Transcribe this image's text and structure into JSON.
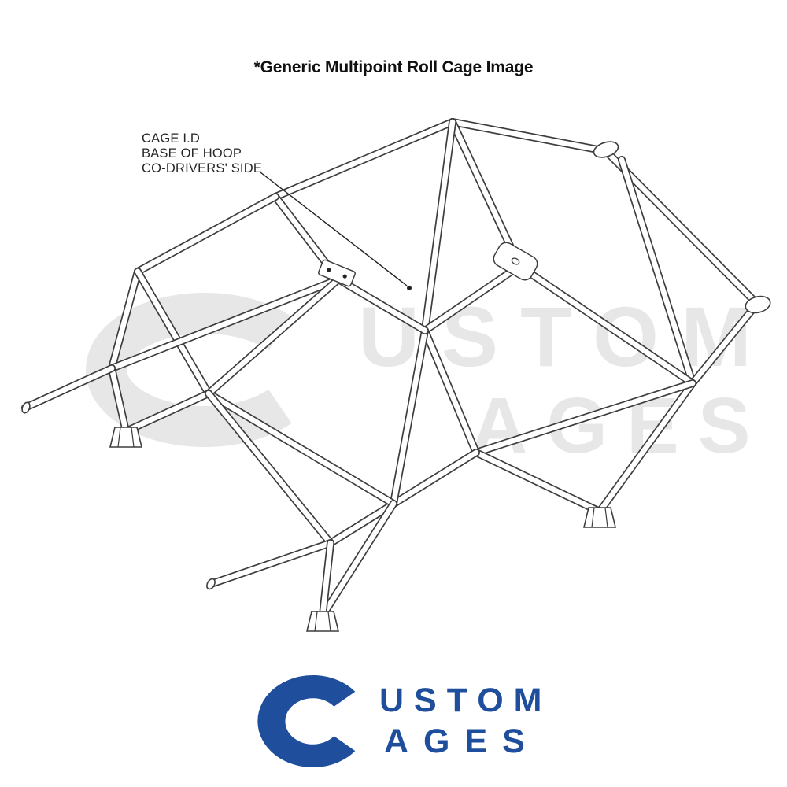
{
  "caption": "*Generic Multipoint Roll Cage Image",
  "annotation": {
    "lines": [
      "CAGE I.D",
      "BASE OF HOOP",
      "CO-DRIVERS' SIDE"
    ]
  },
  "watermark": {
    "c_mark": "C",
    "top": "USTOM",
    "bottom": "AGES"
  },
  "logo": {
    "c_mark": "C",
    "top": "USTOM",
    "bottom": "AGES"
  },
  "colors": {
    "brand_blue": "#1f4e9c",
    "watermark_gray": "#e7e7e7",
    "line": "#3d3d3d",
    "annotation_text": "#26262a",
    "caption_text": "#111111"
  }
}
